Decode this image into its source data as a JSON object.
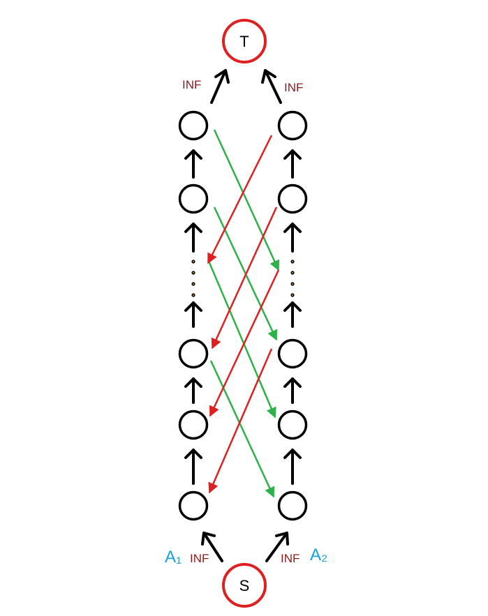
{
  "diagram": {
    "source": {
      "label": "S"
    },
    "sink": {
      "label": "T"
    },
    "inf_label": "INF",
    "chain_left": {
      "label": "A₁",
      "node_count": 5
    },
    "chain_right": {
      "label": "A₂",
      "node_count": 5
    },
    "ellipsis": "⋮",
    "colors": {
      "terminal_ring": "#e02020",
      "node_ring": "#000000",
      "arrow_black": "#000000",
      "arrow_green": "#2db24a",
      "arrow_red": "#e02020",
      "inf_text": "#8b1a1a",
      "a_text": "#1aa0e0",
      "ellipsis_dots": "#e0a000"
    }
  }
}
